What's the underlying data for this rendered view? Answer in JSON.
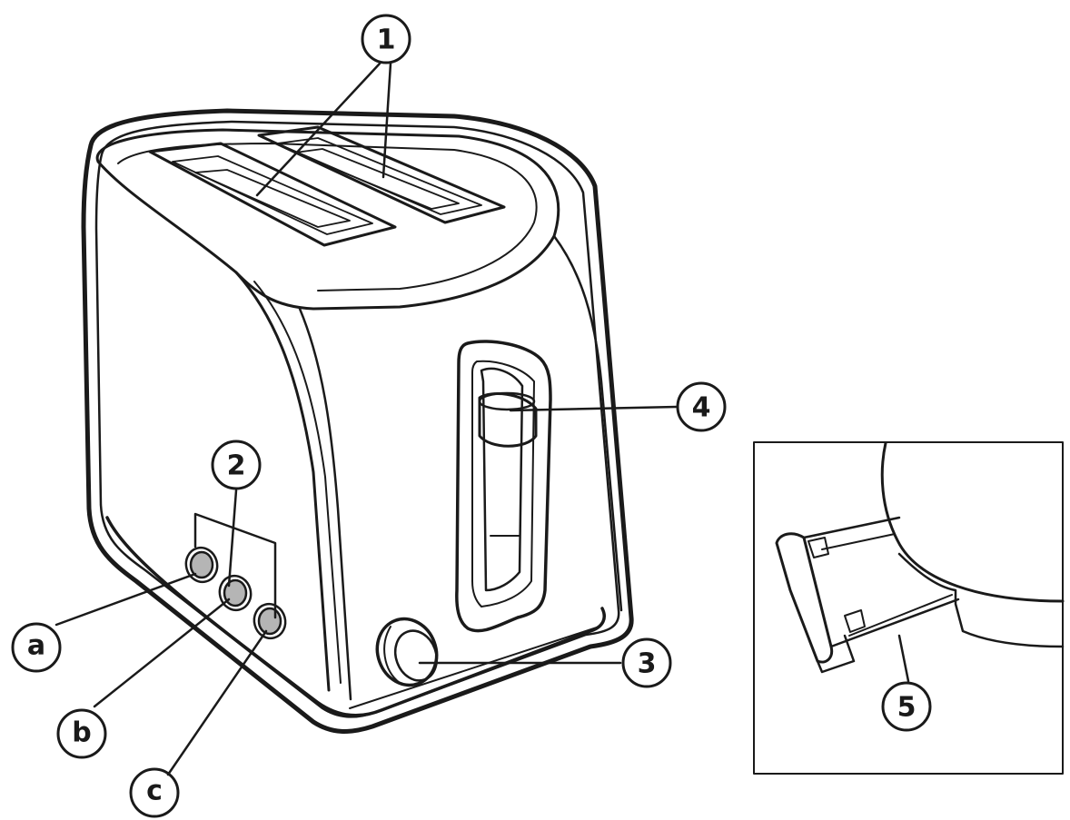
{
  "figure": {
    "callouts": {
      "c1": "1",
      "c2": "2",
      "c3": "3",
      "c4": "4",
      "c5": "5",
      "ca": "a",
      "cb": "b",
      "cc": "c"
    },
    "colors": {
      "ink": "#1a1a1a",
      "button_fill": "#b5b5b5",
      "paper": "#ffffff"
    }
  }
}
